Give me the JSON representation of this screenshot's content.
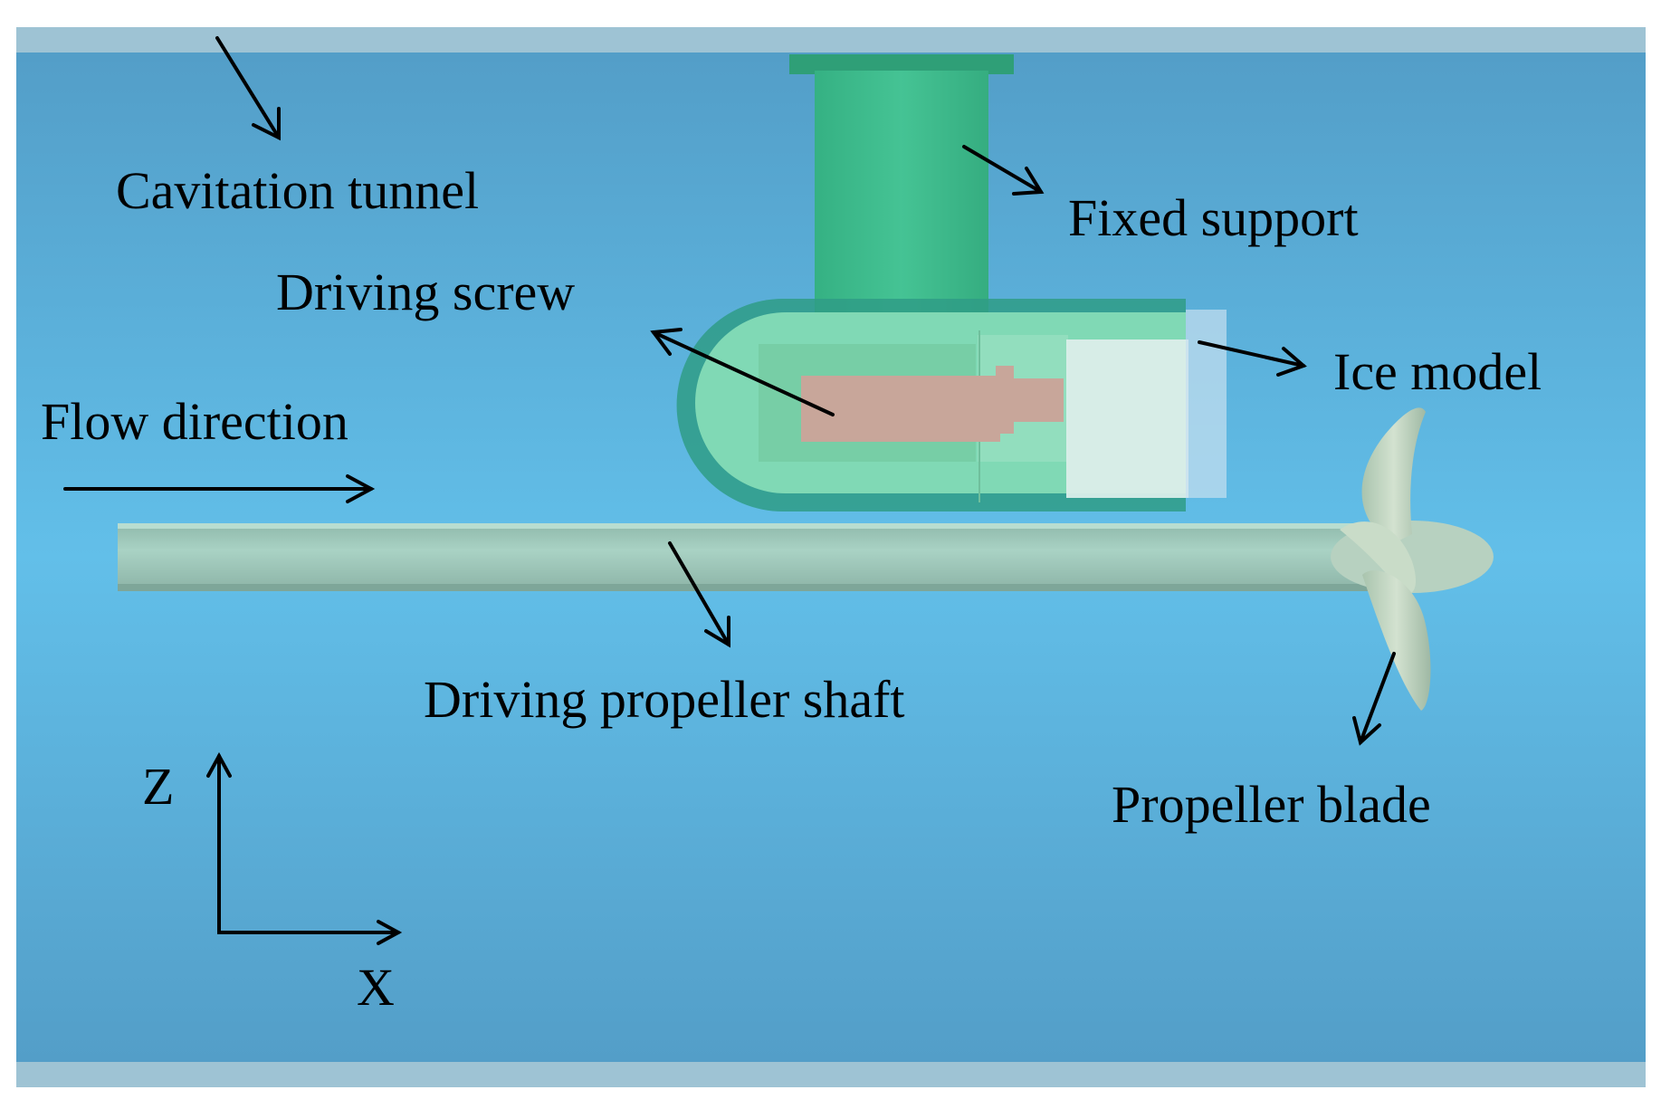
{
  "labels": {
    "cavitation_tunnel": "Cavitation tunnel",
    "fixed_support": "Fixed support",
    "driving_screw": "Driving screw",
    "ice_model": "Ice model",
    "flow_direction": "Flow direction",
    "driving_propeller_shaft": "Driving propeller shaft",
    "propeller_blade": "Propeller blade",
    "axis_z": "Z",
    "axis_x": "X"
  },
  "colors": {
    "tunnel_wall": "#9ec3d4",
    "water_center": "#62bfe9",
    "water_edge": "#539ec8",
    "support": "#3dba8c",
    "housing": "#85dcb6",
    "screw": "#c8a69a",
    "ice": "#dbeeea",
    "shaft": "#9fc8ba",
    "blade": "#c2d6c3",
    "arrow": "#000000"
  }
}
